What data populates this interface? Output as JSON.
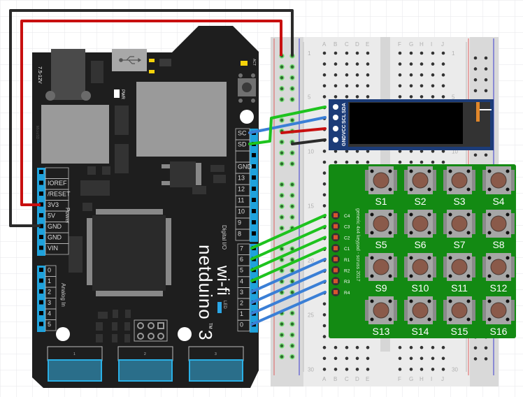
{
  "diagram": {
    "title": "Netduino 3 Wi-Fi with OLED display and 4x4 keypad on breadboard",
    "colors": {
      "grid": "#e6e6ea",
      "board": "#1e1e1e",
      "header": "#1fa2dc",
      "breadboard": "#d9d9d9",
      "breadboard_inner": "#ebebeb",
      "rail_red": "#e06060",
      "rail_blue": "#3a3ad0",
      "wire_red": "#c80f0f",
      "wire_black": "#2a2a2a",
      "wire_green": "#1ec31e",
      "wire_blue": "#3a7fd6",
      "oled_pcb": "#1c3c78",
      "keypad_pcb": "#138a13",
      "button_cap": "#8a5a4a"
    }
  },
  "netduino": {
    "brand": "netduino",
    "model_number": "3",
    "trademark": "TM",
    "variant": "wi-fi",
    "power_input_label": "7.5-12V",
    "microsd_label": "MicroSD",
    "pwr_led_label": "PWR",
    "act_led_label": "ACT",
    "led_label": "LED",
    "usb_icon": "usb-icon",
    "power_header": {
      "title": "Power",
      "pins": [
        "",
        "IOREF",
        "/RESET",
        "3V3",
        "5V",
        "GND",
        "GND",
        "VIN"
      ]
    },
    "analog_header": {
      "title": "Analog In",
      "pins": [
        "0",
        "1",
        "2",
        "3",
        "4",
        "5"
      ]
    },
    "digital_header_top": {
      "pins": [
        "SC",
        "SD",
        "",
        "GND",
        "13",
        "12",
        "11",
        "10",
        "9",
        "8"
      ]
    },
    "digital_header_bottom": {
      "title": "Digital I/O",
      "pins": [
        "7",
        "6",
        "5",
        "4",
        "3",
        "2",
        "1",
        "0"
      ]
    },
    "gocports": [
      "1",
      "2",
      "3"
    ]
  },
  "breadboard": {
    "columns_left": [
      "A",
      "B",
      "C",
      "D",
      "E"
    ],
    "columns_right": [
      "F",
      "G",
      "H",
      "I",
      "J"
    ],
    "row_labels": [
      "1",
      "5",
      "10",
      "15",
      "20",
      "25",
      "30"
    ],
    "rows": 30
  },
  "oled": {
    "pins": [
      "GND",
      "VCC",
      "SCL",
      "SDA"
    ]
  },
  "keypad": {
    "caption": "generic 4x4 keypad - scruss 2017",
    "pins": [
      "C4",
      "C3",
      "C2",
      "C1",
      "R1",
      "R2",
      "R3",
      "R4"
    ],
    "buttons": [
      "S1",
      "S2",
      "S3",
      "S4",
      "S5",
      "S6",
      "S7",
      "S8",
      "S9",
      "S10",
      "S11",
      "S12",
      "S13",
      "S14",
      "S15",
      "S16"
    ]
  },
  "connections": [
    {
      "from": "3V3",
      "to": "breadboard power rail (+)",
      "color": "red"
    },
    {
      "from": "GND",
      "to": "breadboard power rail (-)",
      "color": "black"
    },
    {
      "from": "SC",
      "to": "OLED SCL",
      "color": "blue"
    },
    {
      "from": "SD",
      "to": "OLED SDA",
      "color": "green"
    },
    {
      "from": "rail (+)",
      "to": "OLED VCC",
      "color": "red"
    },
    {
      "from": "rail (-)",
      "to": "OLED GND",
      "color": "black"
    },
    {
      "from": "D7",
      "to": "C4",
      "color": "green"
    },
    {
      "from": "D6",
      "to": "C3",
      "color": "green"
    },
    {
      "from": "D5",
      "to": "C2",
      "color": "green"
    },
    {
      "from": "D4",
      "to": "C1",
      "color": "green"
    },
    {
      "from": "D3",
      "to": "R1",
      "color": "blue"
    },
    {
      "from": "D2",
      "to": "R2",
      "color": "blue"
    },
    {
      "from": "D1",
      "to": "R3",
      "color": "blue"
    },
    {
      "from": "D0",
      "to": "R4",
      "color": "blue"
    }
  ]
}
